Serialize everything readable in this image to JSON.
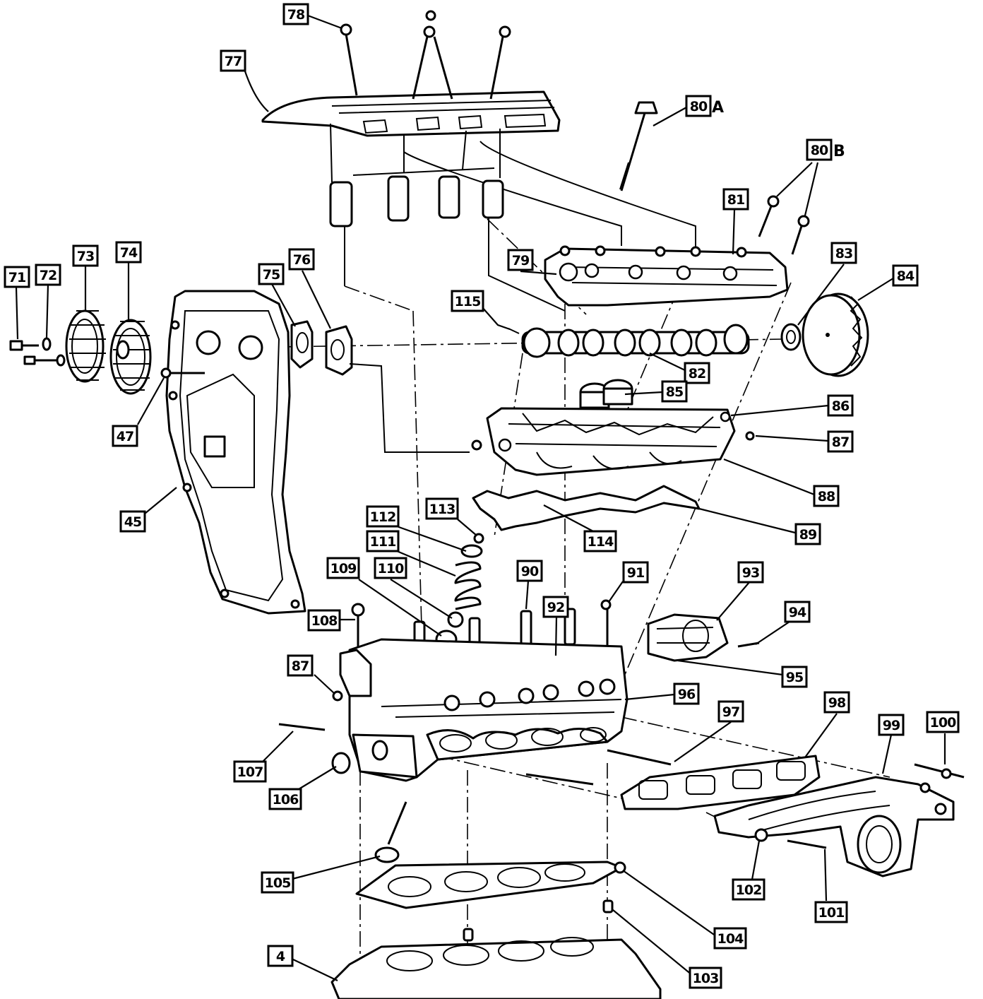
{
  "callouts": [
    {
      "id": "78",
      "label": "78"
    },
    {
      "id": "77",
      "label": "77"
    },
    {
      "id": "80a",
      "label": "80",
      "suffix": "A"
    },
    {
      "id": "80b",
      "label": "80",
      "suffix": "B"
    },
    {
      "id": "81",
      "label": "81"
    },
    {
      "id": "79",
      "label": "79"
    },
    {
      "id": "83",
      "label": "83"
    },
    {
      "id": "84",
      "label": "84"
    },
    {
      "id": "73",
      "label": "73"
    },
    {
      "id": "74",
      "label": "74"
    },
    {
      "id": "71",
      "label": "71"
    },
    {
      "id": "72",
      "label": "72"
    },
    {
      "id": "75",
      "label": "75"
    },
    {
      "id": "76",
      "label": "76"
    },
    {
      "id": "115",
      "label": "115"
    },
    {
      "id": "82",
      "label": "82"
    },
    {
      "id": "85",
      "label": "85"
    },
    {
      "id": "86",
      "label": "86"
    },
    {
      "id": "87a",
      "label": "87"
    },
    {
      "id": "47",
      "label": "47"
    },
    {
      "id": "88",
      "label": "88"
    },
    {
      "id": "45",
      "label": "45"
    },
    {
      "id": "89",
      "label": "89"
    },
    {
      "id": "112",
      "label": "112"
    },
    {
      "id": "113",
      "label": "113"
    },
    {
      "id": "114",
      "label": "114"
    },
    {
      "id": "111",
      "label": "111"
    },
    {
      "id": "109",
      "label": "109"
    },
    {
      "id": "110",
      "label": "110"
    },
    {
      "id": "90",
      "label": "90"
    },
    {
      "id": "91",
      "label": "91"
    },
    {
      "id": "93",
      "label": "93"
    },
    {
      "id": "92",
      "label": "92"
    },
    {
      "id": "94",
      "label": "94"
    },
    {
      "id": "108",
      "label": "108"
    },
    {
      "id": "95",
      "label": "95"
    },
    {
      "id": "87b",
      "label": "87"
    },
    {
      "id": "96",
      "label": "96"
    },
    {
      "id": "97",
      "label": "97"
    },
    {
      "id": "98",
      "label": "98"
    },
    {
      "id": "99",
      "label": "99"
    },
    {
      "id": "100",
      "label": "100"
    },
    {
      "id": "107",
      "label": "107"
    },
    {
      "id": "106",
      "label": "106"
    },
    {
      "id": "105",
      "label": "105"
    },
    {
      "id": "102",
      "label": "102"
    },
    {
      "id": "101",
      "label": "101"
    },
    {
      "id": "104",
      "label": "104"
    },
    {
      "id": "4",
      "label": "4"
    },
    {
      "id": "103",
      "label": "103"
    }
  ]
}
